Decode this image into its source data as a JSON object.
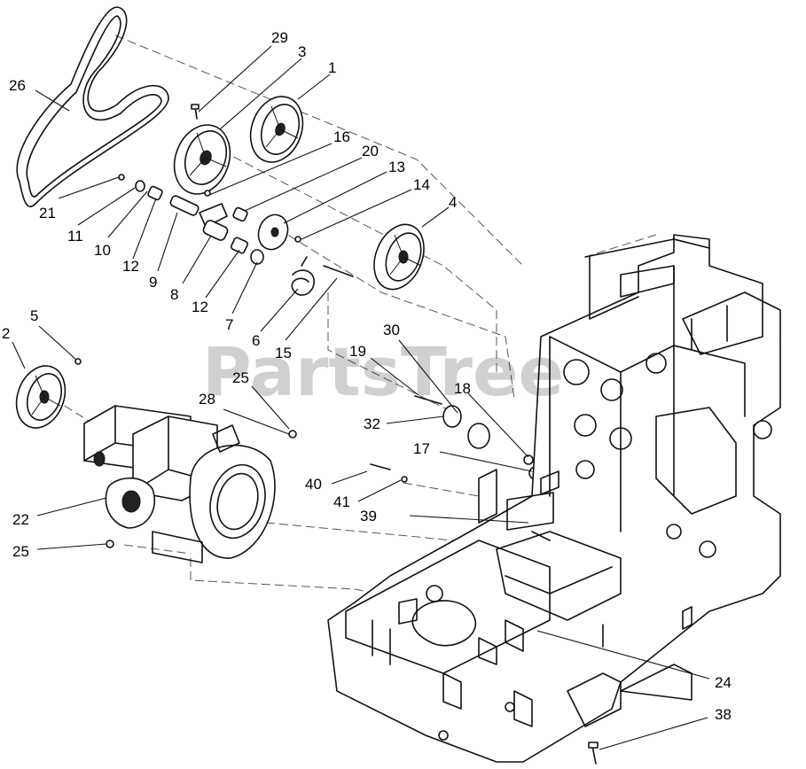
{
  "watermark": "PartsTree",
  "callouts": [
    {
      "id": "26",
      "label": "26"
    },
    {
      "id": "29",
      "label": "29"
    },
    {
      "id": "3",
      "label": "3"
    },
    {
      "id": "1",
      "label": "1"
    },
    {
      "id": "16",
      "label": "16"
    },
    {
      "id": "20",
      "label": "20"
    },
    {
      "id": "13",
      "label": "13"
    },
    {
      "id": "14",
      "label": "14"
    },
    {
      "id": "4",
      "label": "4"
    },
    {
      "id": "21",
      "label": "21"
    },
    {
      "id": "11",
      "label": "11"
    },
    {
      "id": "10",
      "label": "10"
    },
    {
      "id": "12a",
      "label": "12"
    },
    {
      "id": "9",
      "label": "9"
    },
    {
      "id": "8",
      "label": "8"
    },
    {
      "id": "12b",
      "label": "12"
    },
    {
      "id": "7",
      "label": "7"
    },
    {
      "id": "6",
      "label": "6"
    },
    {
      "id": "15",
      "label": "15"
    },
    {
      "id": "2",
      "label": "2"
    },
    {
      "id": "5",
      "label": "5"
    },
    {
      "id": "25a",
      "label": "25"
    },
    {
      "id": "28",
      "label": "28"
    },
    {
      "id": "19",
      "label": "19"
    },
    {
      "id": "30",
      "label": "30"
    },
    {
      "id": "18",
      "label": "18"
    },
    {
      "id": "32",
      "label": "32"
    },
    {
      "id": "17",
      "label": "17"
    },
    {
      "id": "40",
      "label": "40"
    },
    {
      "id": "41",
      "label": "41"
    },
    {
      "id": "39",
      "label": "39"
    },
    {
      "id": "22",
      "label": "22"
    },
    {
      "id": "25b",
      "label": "25"
    },
    {
      "id": "24",
      "label": "24"
    },
    {
      "id": "38",
      "label": "38"
    }
  ]
}
